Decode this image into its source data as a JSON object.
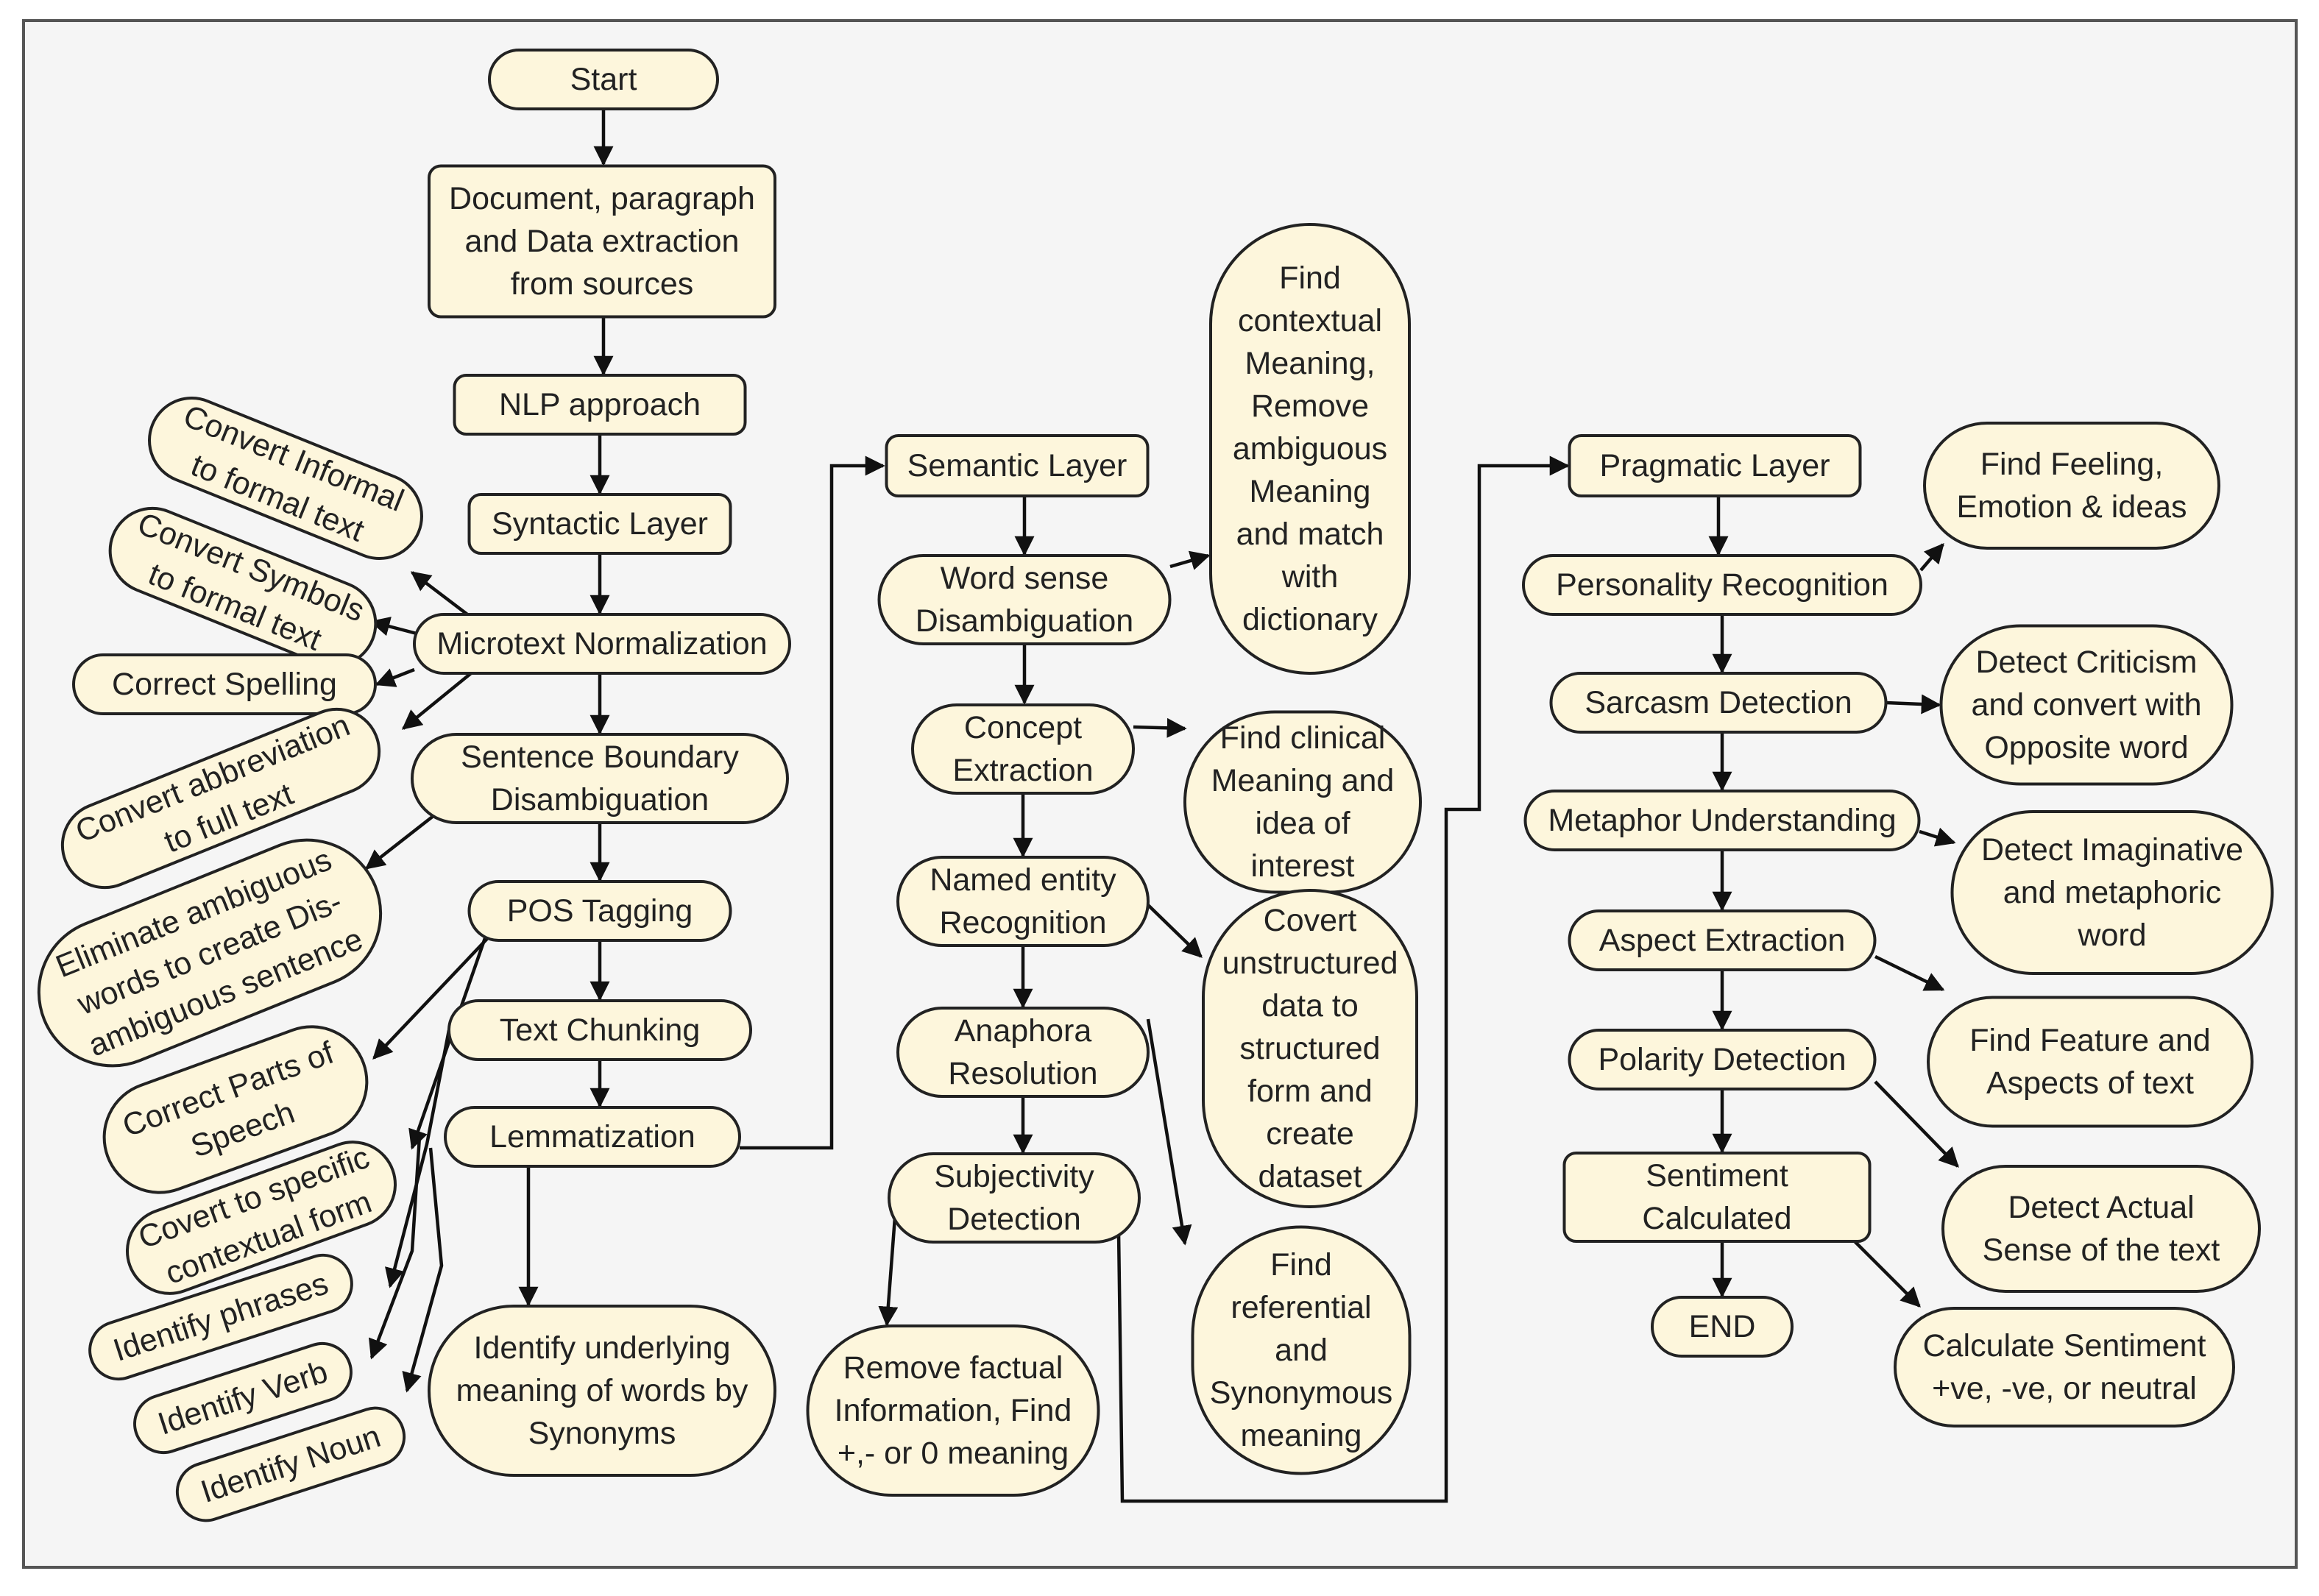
{
  "nodes": {
    "start": "Start",
    "doc_extraction": [
      "Document, paragraph",
      "and Data extraction",
      "from sources"
    ],
    "nlp_approach": "NLP approach",
    "syntactic_layer": "Syntactic Layer",
    "convert_informal": [
      "Convert Informal",
      "to formal text"
    ],
    "convert_symbols": [
      "Convert Symbols",
      "to formal text"
    ],
    "microtext_normalization": "Microtext Normalization",
    "correct_spelling": "Correct Spelling",
    "sentence_boundary": [
      "Sentence Boundary",
      "Disambiguation"
    ],
    "convert_abbreviation": [
      "Convert abbreviation",
      "to full text"
    ],
    "eliminate_ambiguous": [
      "Eliminate ambiguous",
      "words to create Dis-",
      "ambiguous sentence"
    ],
    "pos_tagging": "POS Tagging",
    "text_chunking": "Text Chunking",
    "lemmatization": "Lemmatization",
    "correct_parts_of_speech": [
      "Correct Parts of",
      "Speech"
    ],
    "covert_contextual": [
      "Covert to specific",
      "contextual form"
    ],
    "identify_phrases": "Identify phrases",
    "identify_verb": "Identify Verb",
    "identify_noun": "Identify Noun",
    "identify_underlying": [
      "Identify underlying",
      "meaning of words by",
      "Synonyms"
    ],
    "semantic_layer": "Semantic Layer",
    "word_sense": [
      "Word sense",
      "Disambiguation"
    ],
    "find_contextual": [
      "Find",
      "contextual",
      "Meaning,",
      "Remove",
      "ambiguous",
      "Meaning",
      "and match",
      "with",
      "dictionary"
    ],
    "concept_extraction": [
      "Concept",
      "Extraction"
    ],
    "find_clinical": [
      "Find clinical",
      "Meaning and",
      "idea of",
      "interest"
    ],
    "named_entity": [
      "Named entity",
      "Recognition"
    ],
    "covert_unstructured": [
      "Covert",
      "unstructured",
      "data to",
      "structured",
      "form and",
      "create",
      "dataset"
    ],
    "anaphora": [
      "Anaphora",
      "Resolution"
    ],
    "subjectivity": [
      "Subjectivity",
      "Detection"
    ],
    "find_referential": [
      "Find",
      "referential",
      "and",
      "Synonymous",
      "meaning"
    ],
    "remove_factual": [
      "Remove factual",
      "Information, Find",
      "+,- or 0 meaning"
    ],
    "pragmatic_layer": "Pragmatic  Layer",
    "find_feeling": [
      "Find Feeling,",
      "Emotion & ideas"
    ],
    "personality": "Personality Recognition",
    "sarcasm": "Sarcasm Detection",
    "detect_criticism": [
      "Detect Criticism",
      "and convert with",
      "Opposite word"
    ],
    "metaphor": "Metaphor Understanding",
    "detect_imaginative": [
      "Detect Imaginative",
      "and metaphoric",
      "word"
    ],
    "aspect_extraction": "Aspect Extraction",
    "find_feature": [
      "Find Feature and",
      "Aspects of text"
    ],
    "polarity": "Polarity Detection",
    "detect_actual": [
      "Detect Actual",
      "Sense of the text"
    ],
    "sentiment_calculated": [
      "Sentiment",
      "Calculated"
    ],
    "calculate_sentiment": [
      "Calculate Sentiment",
      "+ve, -ve, or neutral"
    ],
    "end": "END"
  },
  "colors": {
    "node_fill": "#fdf6dc",
    "node_stroke": "#222222",
    "edge": "#111111",
    "background": "#f5f5f5"
  }
}
